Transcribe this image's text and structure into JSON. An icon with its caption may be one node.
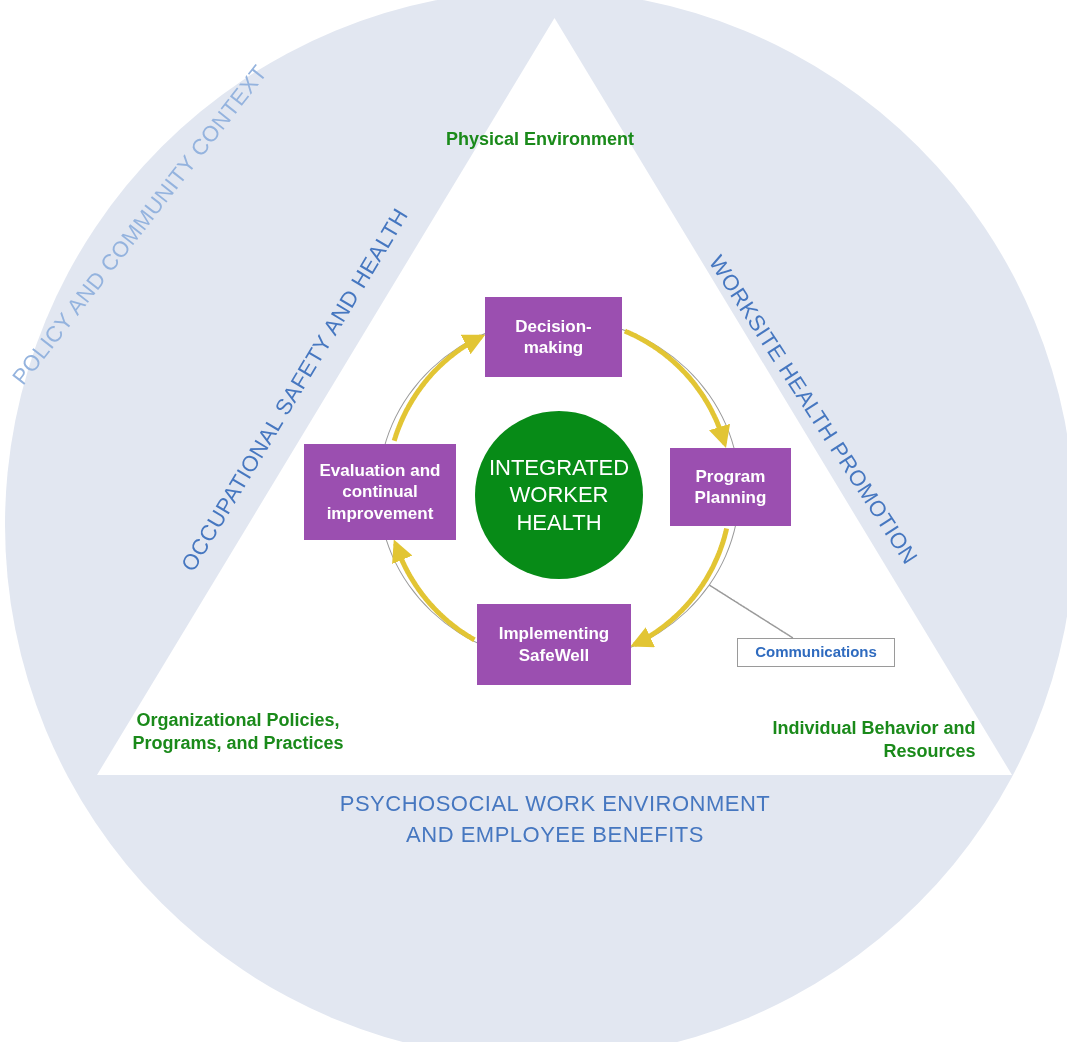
{
  "diagram": {
    "nodes": [
      {
        "text": [
          "POLICY AND COMMUNITY CONTEXT",
          "OCCUPATIONAL SAFETY AND HEALTH",
          "WORKSITE HEALTH PROMOTION",
          "PSYCHOSOCIAL WORK ENVIRONMENT AND EMPLOYEE BENEFITS"
        ]
      },
      {
        "text": [
          "Physical Environment",
          "Organizational Policies, Programs, and Practices",
          "Individual Behavior and Resources"
        ],
        "in": 0
      },
      {
        "text": [],
        "shape": "circle",
        "in": 1
      },
      {
        "text": [
          "Decision-making"
        ],
        "in": 1
      },
      {
        "text": [
          "Program Planning"
        ],
        "in": 1
      },
      {
        "text": [
          "Implementing SafeWell"
        ],
        "in": 1
      },
      {
        "text": [
          "Evaluation and continual improvement"
        ],
        "in": 1
      },
      {
        "text": [
          "INTEGRATED WORKER HEALTH"
        ],
        "in": 2
      },
      {
        "text": [
          "Communications"
        ],
        "in": 1
      }
    ],
    "edges": [
      {
        "from": 3,
        "to": 4,
        "arrow": "to"
      },
      {
        "from": 4,
        "to": 5,
        "arrow": "to"
      },
      {
        "from": 5,
        "to": 6,
        "arrow": "to"
      },
      {
        "from": 6,
        "to": 3,
        "arrow": "to"
      },
      {
        "from": 8,
        "to": 2,
        "arrow": "none",
        "color": "#9a9a9a"
      }
    ]
  }
}
